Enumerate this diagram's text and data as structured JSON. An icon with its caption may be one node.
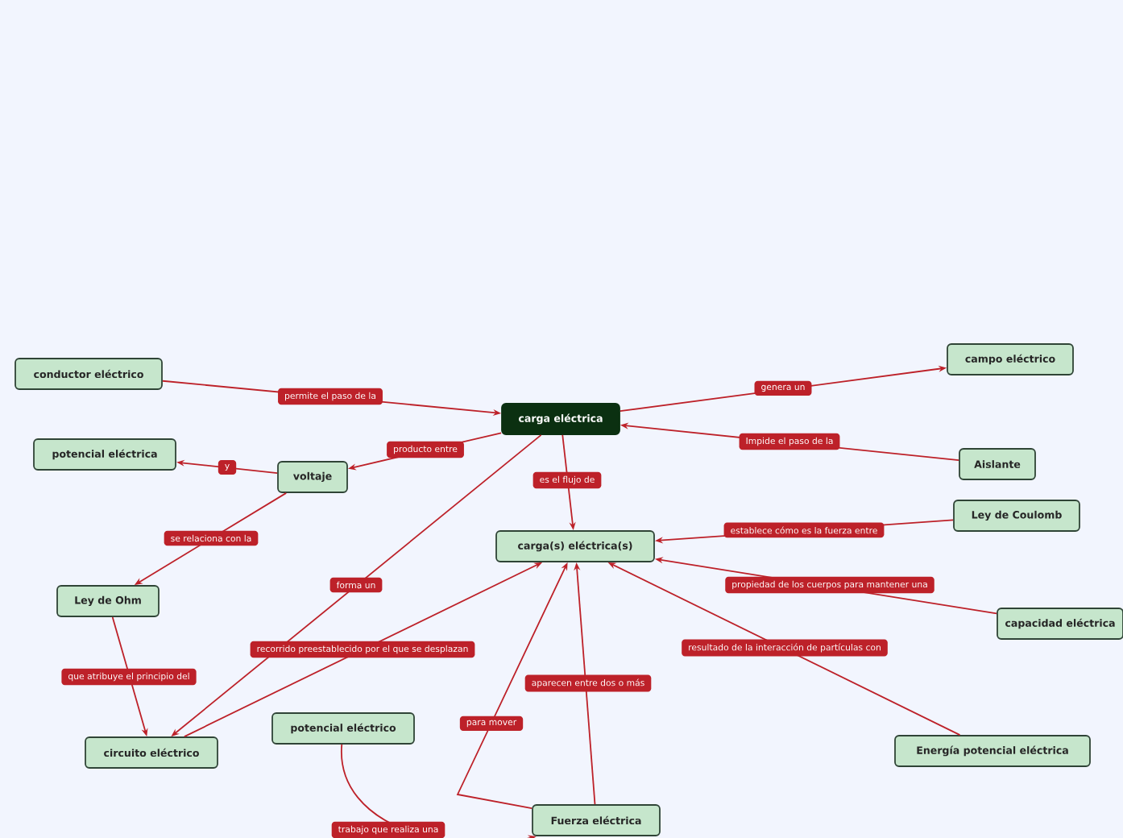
{
  "diagram": {
    "nodes": [
      {
        "text": [
          "carga eléctrica"
        ]
      },
      {
        "text": [
          "conductor eléctrico"
        ]
      },
      {
        "text": [
          "campo eléctrico"
        ]
      },
      {
        "text": [
          "potencial eléctrica"
        ]
      },
      {
        "text": [
          "voltaje"
        ]
      },
      {
        "text": [
          "Aislante"
        ]
      },
      {
        "text": [
          "carga(s) eléctrica(s)"
        ]
      },
      {
        "text": [
          "Ley de Coulomb"
        ]
      },
      {
        "text": [
          "Ley de Ohm"
        ]
      },
      {
        "text": [
          "capacidad eléctrica"
        ]
      },
      {
        "text": [
          "circuito eléctrico"
        ]
      },
      {
        "text": [
          "potencial eléctrico"
        ]
      },
      {
        "text": [
          "Energía potencial eléctrica"
        ]
      },
      {
        "text": [
          "Fuerza eléctrica"
        ]
      }
    ],
    "edges": [
      {
        "from": 1,
        "to": 0,
        "arrow": "to",
        "label": "permite el paso de la"
      },
      {
        "from": 0,
        "to": 2,
        "arrow": "to",
        "label": "genera un"
      },
      {
        "from": 5,
        "to": 0,
        "arrow": "to",
        "label": "Impide el paso de la"
      },
      {
        "from": 0,
        "to": 4,
        "arrow": "to",
        "label": "producto entre"
      },
      {
        "from": 4,
        "to": 3,
        "arrow": "to",
        "label": "y"
      },
      {
        "from": 0,
        "to": 6,
        "arrow": "to",
        "label": "es el flujo de"
      },
      {
        "from": 7,
        "to": 6,
        "arrow": "to",
        "label": "establece cómo es la fuerza entre"
      },
      {
        "from": 9,
        "to": 6,
        "arrow": "to",
        "label": "propiedad de los cuerpos para mantener una"
      },
      {
        "from": 4,
        "to": 8,
        "arrow": "to",
        "label": "se relaciona con la"
      },
      {
        "from": 0,
        "to": 10,
        "arrow": "to",
        "label": "forma un"
      },
      {
        "from": 10,
        "to": 6,
        "arrow": "to",
        "label": "recorrido preestablecido por el que se desplazan"
      },
      {
        "from": 8,
        "to": 10,
        "arrow": "to",
        "label": "que atribuye el principio del"
      },
      {
        "from": 12,
        "to": 6,
        "arrow": "to",
        "label": "resultado de la interacción de partículas con"
      },
      {
        "from": 13,
        "to": 6,
        "arrow": "to",
        "label": "aparecen entre dos o más"
      },
      {
        "from": 13,
        "to": 6,
        "arrow": "to",
        "label": "para mover"
      },
      {
        "from": 11,
        "to": 13,
        "arrow": "to",
        "label": "trabajo que realiza una"
      }
    ]
  }
}
